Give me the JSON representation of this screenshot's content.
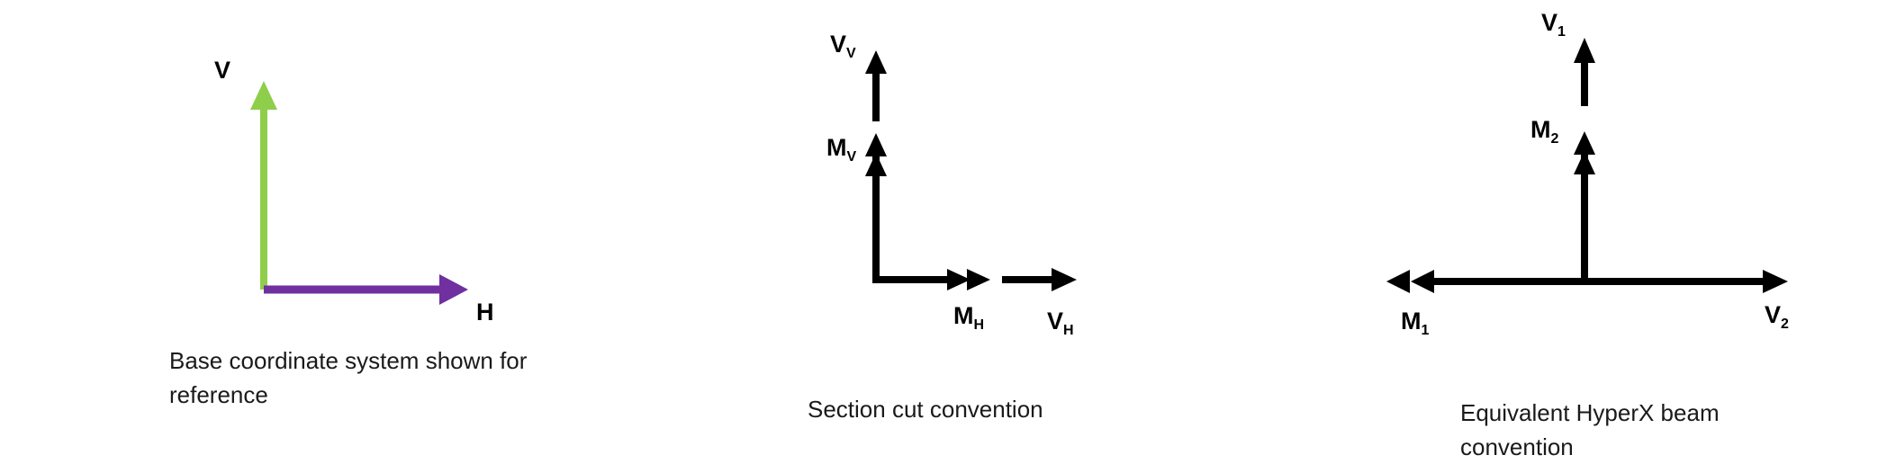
{
  "panels": {
    "base": {
      "labels": {
        "vertical": "V",
        "horizontal": "H"
      },
      "caption": "Base coordinate system shown for reference",
      "colors": {
        "vertical_arrow": "#8fce4b",
        "horizontal_arrow": "#7030a0"
      }
    },
    "section": {
      "labels": {
        "vv_main": "V",
        "vv_sub": "V",
        "mv_main": "M",
        "mv_sub": "V",
        "mh_main": "M",
        "mh_sub": "H",
        "vh_main": "V",
        "vh_sub": "H"
      },
      "caption": "Section cut convention"
    },
    "hyperx": {
      "labels": {
        "v1_main": "V",
        "v1_sub": "1",
        "m2_main": "M",
        "m2_sub": "2",
        "m1_main": "M",
        "m1_sub": "1",
        "v2_main": "V",
        "v2_sub": "2"
      },
      "caption": "Equivalent HyperX beam convention"
    }
  },
  "colors": {
    "arrow_default": "#000000"
  }
}
